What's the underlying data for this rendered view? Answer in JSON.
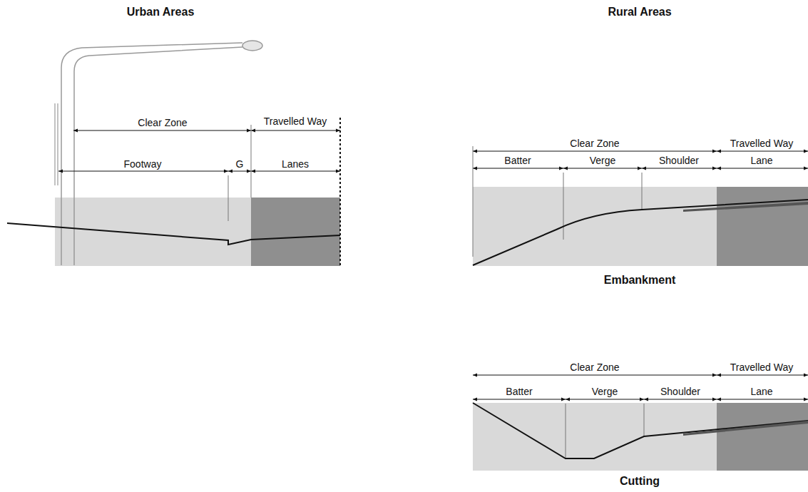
{
  "diagram": {
    "labels": [
      "Urban Areas",
      "Clear Zone",
      "Travelled Way",
      "Footway",
      "G",
      "Lanes",
      "Rural Areas",
      "Clear Zone",
      "Travelled Way",
      "Batter",
      "Verge",
      "Shoulder",
      "Lane",
      "Embankment",
      "Clear Zone",
      "Travelled Way",
      "Batter",
      "Verge",
      "Shoulder",
      "Lane",
      "Cutting"
    ]
  }
}
